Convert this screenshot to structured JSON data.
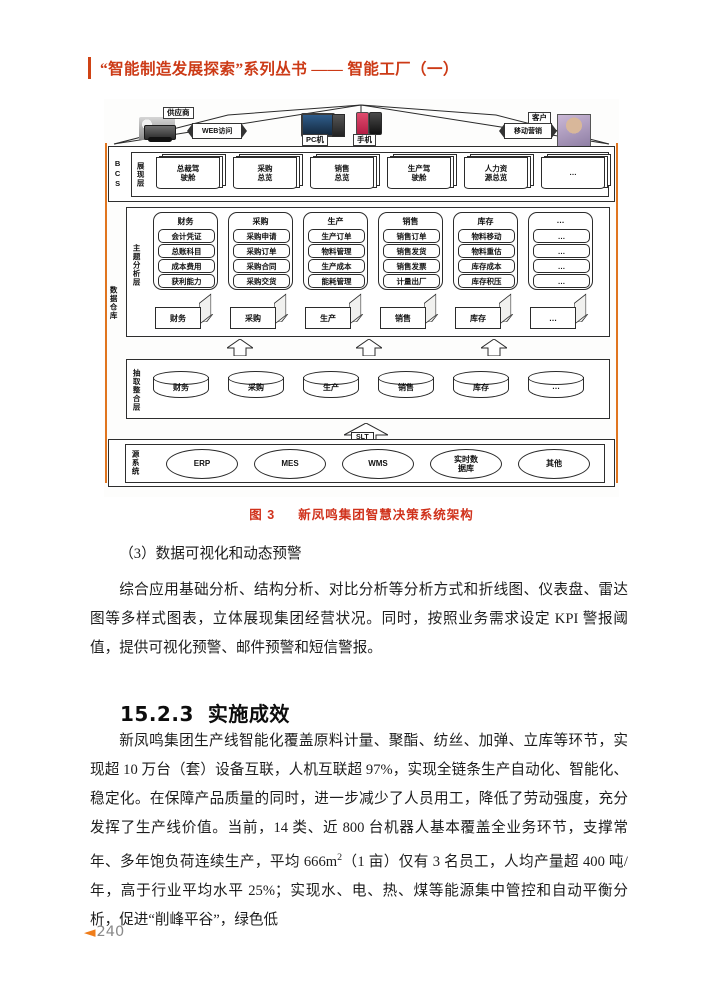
{
  "header": {
    "title": "“智能制造发展探索”系列丛书 —— 智能工厂（一）",
    "accent_color": "#cc3a16"
  },
  "figure": {
    "caption_label": "图 3",
    "caption_text": "新凤鸣集团智慧决策系统架构",
    "caption_color": "#d0321c",
    "frame_color": "#e0751f",
    "actors": {
      "supplier_label": "供应商",
      "supplier_channel": "WEB访问",
      "pc_label": "PC机",
      "phone_label": "手机",
      "customer_channel": "移动营销",
      "customer_label": "客户"
    },
    "layers": [
      {
        "system_label": "BCS",
        "layer_label": "展现层",
        "cards": [
          "总裁驾\n驶舱",
          "采购\n总览",
          "销售\n总览",
          "生产驾\n驶舱",
          "人力资\n源总览",
          "…"
        ]
      },
      {
        "system_label": "数据仓库",
        "layer_label": "主题分析层",
        "topics": [
          {
            "title": "财务",
            "items": [
              "会计凭证",
              "总账科目",
              "成本费用",
              "获利能力"
            ]
          },
          {
            "title": "采购",
            "items": [
              "采购申请",
              "采购订单",
              "采购合同",
              "采购交货"
            ]
          },
          {
            "title": "生产",
            "items": [
              "生产订单",
              "物料管理",
              "生产成本",
              "能耗管理"
            ]
          },
          {
            "title": "销售",
            "items": [
              "销售订单",
              "销售发货",
              "销售发票",
              "计量出厂"
            ]
          },
          {
            "title": "库存",
            "items": [
              "物料移动",
              "物料重估",
              "库存成本",
              "库存积压"
            ]
          },
          {
            "title": "…",
            "items": [
              "…",
              "…",
              "…",
              "…"
            ]
          }
        ],
        "cubes": [
          "财务",
          "采购",
          "生产",
          "销售",
          "库存",
          "…"
        ]
      },
      {
        "layer_label": "抽取整合层",
        "cylinders": [
          "财务",
          "采购",
          "生产",
          "销售",
          "库存",
          "…"
        ]
      },
      {
        "layer_label": "源系统",
        "connector_label": "SLT",
        "sources": [
          "ERP",
          "MES",
          "WMS",
          "实时数\n据库",
          "其他"
        ]
      }
    ]
  },
  "body": {
    "para_heading": "（3）数据可视化和动态预警",
    "para_1": "综合应用基础分析、结构分析、对比分析等分析方式和折线图、仪表盘、雷达图等多样式图表，立体展现集团经营状况。同时，按照业务需求设定 KPI 警报阈值，提供可视化预警、邮件预警和短信警报。",
    "section_number": "15.2.3",
    "section_title": "实施成效",
    "para_2_a": "新凤鸣集团生产线智能化覆盖原料计量、聚酯、纺丝、加弹、立库等环节，实现超 10 万台（套）设备互联，人机互联超 97%，实现全链条生产自动化、智能化、稳定化。在保障产品质量的同时，进一步减少了人员用工，降低了劳动强度，充分发挥了生产线价值。当前，14 类、近 800 台机器人基本覆盖全业务环节，支撑常年、多年饱负荷连续生产，平均 666m",
    "para_2_sup": "2",
    "para_2_b": "（1 亩）仅有 3 名员工，人均产量超 400 吨/年，高于行业平均水平 25%；实现水、电、热、煤等能源集中管控和自动平衡分析，促进“削峰平谷”，绿色低"
  },
  "footer": {
    "arrow": "◄",
    "page_number": "240",
    "arrow_color": "#ef7d1a",
    "number_color": "#8a8a8a"
  }
}
